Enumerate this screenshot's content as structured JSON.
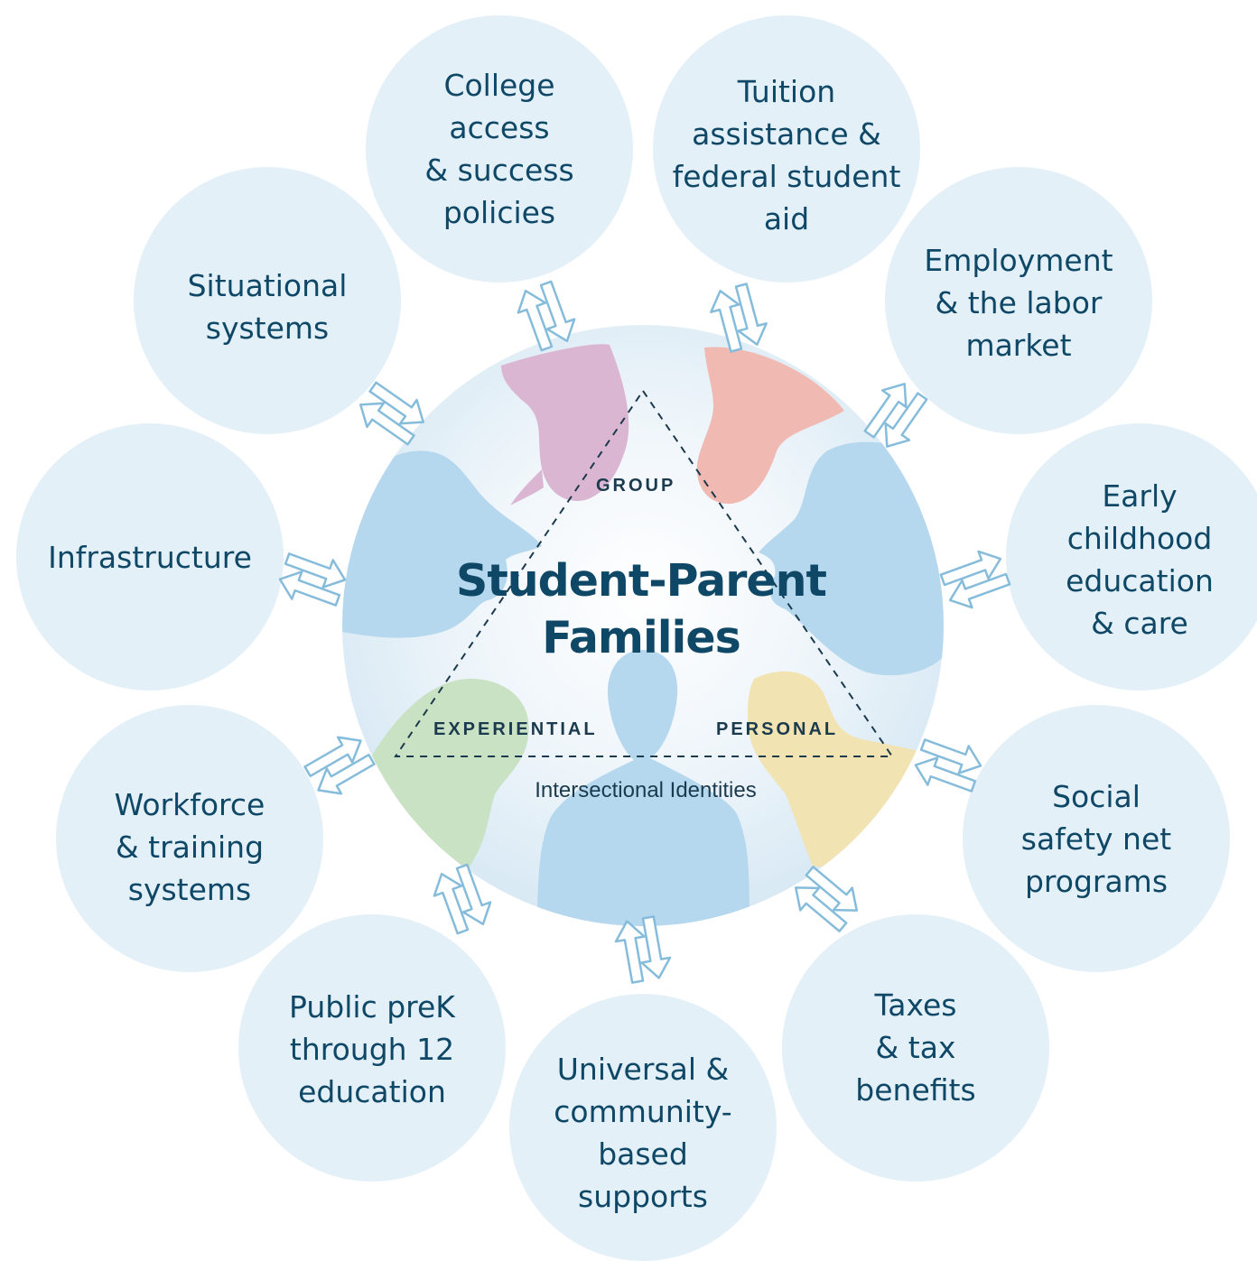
{
  "center": {
    "title_lines": [
      "Student-Parent",
      "Families"
    ],
    "triangle_labels": {
      "top": "GROUP",
      "left": "EXPERIENTIAL",
      "right": "PERSONAL"
    },
    "subtitle": "Intersectional Identities"
  },
  "systems": [
    {
      "id": "college-access",
      "lines": [
        "College",
        "access",
        "& success",
        "policies"
      ]
    },
    {
      "id": "tuition-assistance",
      "lines": [
        "Tuition",
        "assistance &",
        "federal student",
        "aid"
      ]
    },
    {
      "id": "employment",
      "lines": [
        "Employment",
        "& the labor",
        "market"
      ]
    },
    {
      "id": "early-childhood",
      "lines": [
        "Early",
        "childhood",
        "education",
        "& care"
      ]
    },
    {
      "id": "social-safety-net",
      "lines": [
        "Social",
        "safety net",
        "programs"
      ]
    },
    {
      "id": "taxes",
      "lines": [
        "Taxes",
        "& tax",
        "benefits"
      ]
    },
    {
      "id": "universal-community",
      "lines": [
        "Universal &",
        "community-",
        "based",
        "supports"
      ]
    },
    {
      "id": "public-prek",
      "lines": [
        "Public preK",
        "through 12",
        "education"
      ]
    },
    {
      "id": "workforce",
      "lines": [
        "Workforce",
        "& training",
        "systems"
      ]
    },
    {
      "id": "infrastructure",
      "lines": [
        "Infrastructure"
      ]
    },
    {
      "id": "situational",
      "lines": [
        "Situational",
        "systems"
      ]
    }
  ],
  "colors": {
    "satellite_fill": "#e4f0f8",
    "center_fill": "#eaf3f9",
    "text": "#0f4866",
    "arrow_stroke": "#86bcdb",
    "silhouette_purple": "#dbb6d3",
    "silhouette_salmon": "#f0b9b2",
    "silhouette_blue": "#b6d8ee",
    "silhouette_green": "#c9e2c4",
    "silhouette_yellow": "#f1e3b2"
  }
}
